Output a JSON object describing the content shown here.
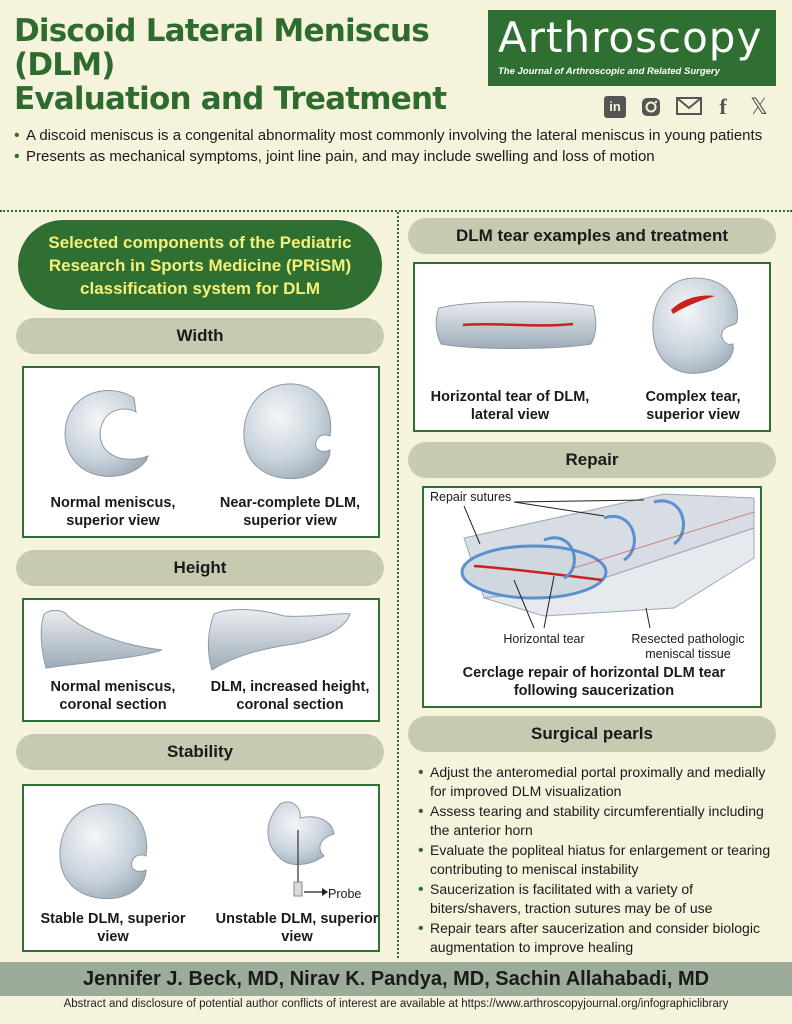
{
  "header": {
    "title_line1": "Discoid Lateral Meniscus (DLM)",
    "title_line2": "Evaluation and Treatment",
    "logo_name": "Arthroscopy",
    "logo_sub": "The Journal of Arthroscopic and Related Surgery"
  },
  "social": [
    "linkedin-icon",
    "instagram-icon",
    "email-icon",
    "facebook-icon",
    "x-icon"
  ],
  "intro": [
    "A discoid meniscus is a congenital abnormality most commonly involving the lateral meniscus in young patients",
    "Presents as mechanical symptoms, joint line pain, and may include swelling and loss of motion"
  ],
  "left": {
    "prism_title": "Selected components of the Pediatric Research in Sports Medicine (PRiSM) classification system for DLM",
    "width": {
      "title": "Width",
      "cap1": "Normal meniscus, superior view",
      "cap2": "Near-complete DLM, superior view"
    },
    "height": {
      "title": "Height",
      "cap1": "Normal meniscus, coronal section",
      "cap2": "DLM, increased height, coronal section"
    },
    "stability": {
      "title": "Stability",
      "cap1": "Stable DLM, superior view",
      "cap2": "Unstable DLM, superior view",
      "probe": "Probe"
    }
  },
  "right": {
    "tear": {
      "title": "DLM tear examples and treatment",
      "cap1": "Horizontal tear of DLM, lateral view",
      "cap2": "Complex tear, superior view"
    },
    "repair": {
      "title": "Repair",
      "sutures_label": "Repair sutures",
      "tear_label": "Horizontal tear",
      "resected_label": "Resected pathologic meniscal tissue",
      "caption": "Cerclage repair of horizontal DLM tear following saucerization"
    },
    "pearls": {
      "title": "Surgical pearls",
      "items": [
        "Adjust the anteromedial portal proximally and medially for improved DLM visualization",
        "Assess tearing and stability circumferentially including the anterior horn",
        "Evaluate the popliteal hiatus for enlargement or tearing contributing to meniscal instability",
        "Saucerization is facilitated with a variety of biters/shavers, traction sutures may be of use",
        "Repair tears after saucerization and consider biologic augmentation to improve healing"
      ]
    }
  },
  "authors": "Jennifer J. Beck, MD, Nirav K. Pandya, MD, Sachin Allahabadi, MD",
  "footer": "Abstract and disclosure of potential author conflicts of interest are available at https://www.arthroscopyjournal.org/infographiclibrary",
  "colors": {
    "green": "#2f6f32",
    "cream": "#f6f3dc",
    "pill": "#c7cab1",
    "tear": "#c8221c"
  }
}
